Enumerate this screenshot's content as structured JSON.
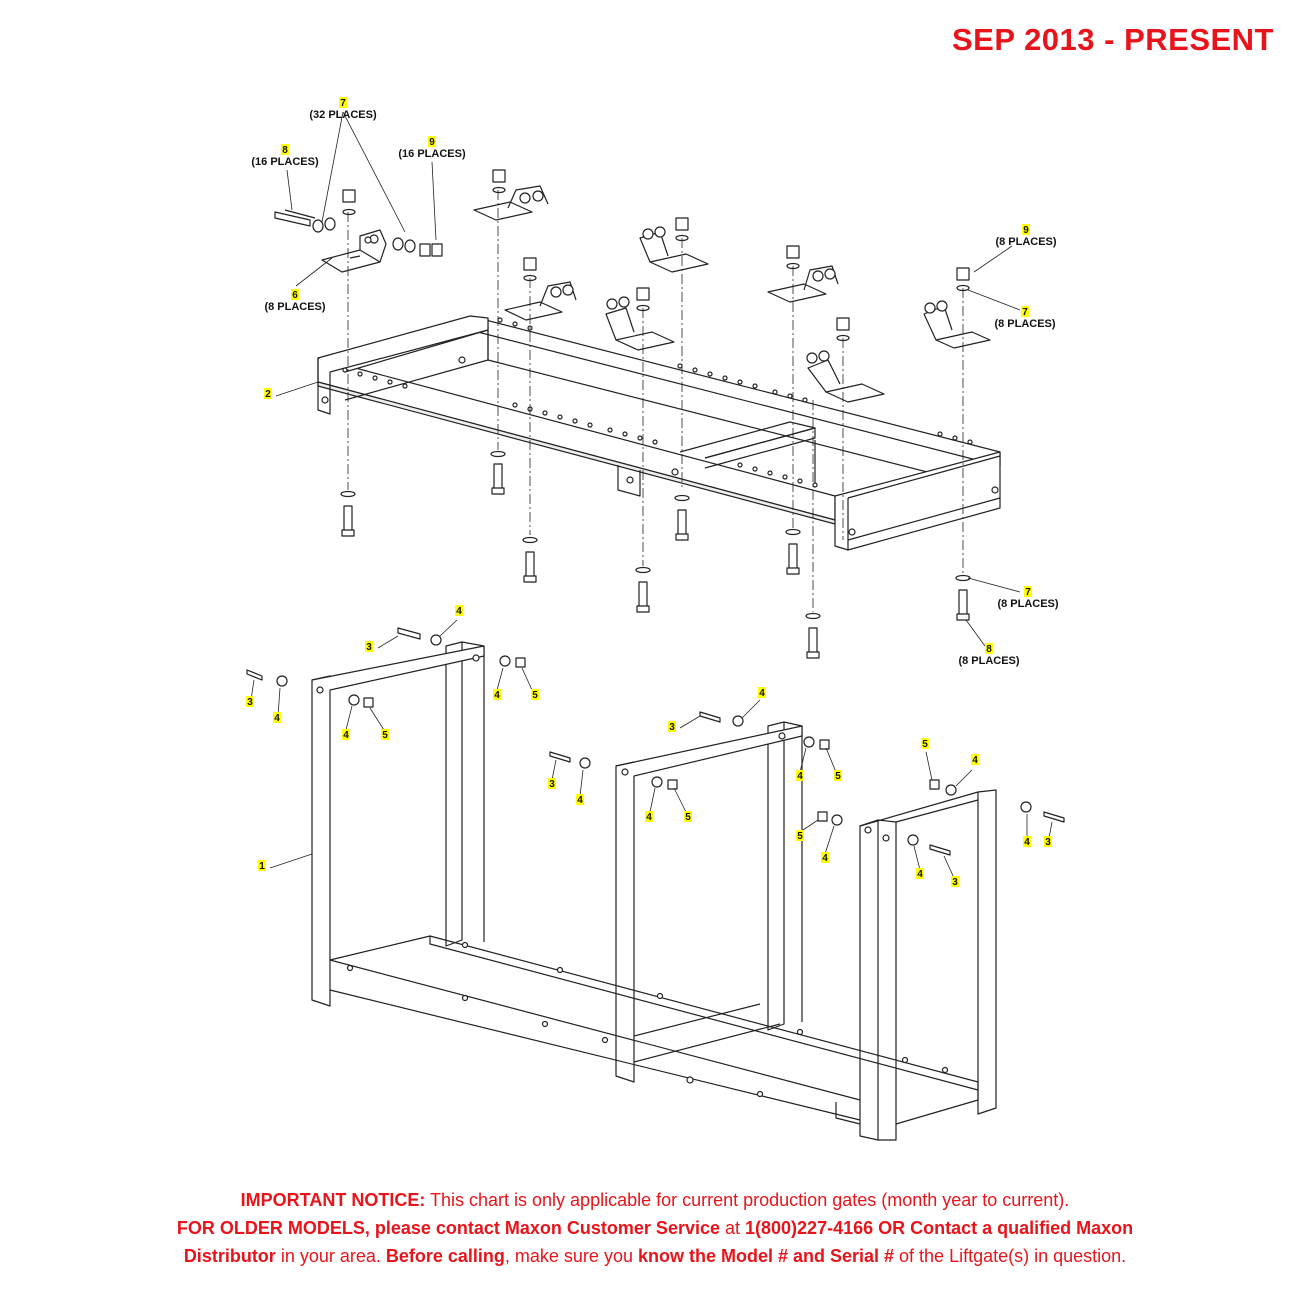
{
  "header": {
    "date_range": "SEP 2013 - PRESENT"
  },
  "callouts": [
    {
      "id": "c7a",
      "number": "7",
      "places": "(32 PLACES)"
    },
    {
      "id": "c8a",
      "number": "8",
      "places": "(16 PLACES)"
    },
    {
      "id": "c9a",
      "number": "9",
      "places": "(16 PLACES)"
    },
    {
      "id": "c6",
      "number": "6",
      "places": "(8 PLACES)"
    },
    {
      "id": "c9b",
      "number": "9",
      "places": "(8 PLACES)"
    },
    {
      "id": "c7b",
      "number": "7",
      "places": "(8 PLACES)"
    },
    {
      "id": "c2",
      "number": "2",
      "places": ""
    },
    {
      "id": "c7c",
      "number": "7",
      "places": "(8 PLACES)"
    },
    {
      "id": "c8b",
      "number": "8",
      "places": "(8 PLACES)"
    },
    {
      "id": "c1",
      "number": "1",
      "places": ""
    },
    {
      "id": "c3a",
      "number": "3",
      "places": ""
    },
    {
      "id": "c4a",
      "number": "4",
      "places": ""
    },
    {
      "id": "c3b",
      "number": "3",
      "places": ""
    },
    {
      "id": "c4b",
      "number": "4",
      "places": ""
    },
    {
      "id": "c4c",
      "number": "4",
      "places": ""
    },
    {
      "id": "c5a",
      "number": "5",
      "places": ""
    },
    {
      "id": "c4d",
      "number": "4",
      "places": ""
    },
    {
      "id": "c5b",
      "number": "5",
      "places": ""
    },
    {
      "id": "c3c",
      "number": "3",
      "places": ""
    },
    {
      "id": "c4e",
      "number": "4",
      "places": ""
    },
    {
      "id": "c3d",
      "number": "3",
      "places": ""
    },
    {
      "id": "c4f",
      "number": "4",
      "places": ""
    },
    {
      "id": "c4g",
      "number": "4",
      "places": ""
    },
    {
      "id": "c5c",
      "number": "5",
      "places": ""
    },
    {
      "id": "c4h",
      "number": "4",
      "places": ""
    },
    {
      "id": "c5d",
      "number": "5",
      "places": ""
    },
    {
      "id": "c5e",
      "number": "5",
      "places": ""
    },
    {
      "id": "c4i",
      "number": "4",
      "places": ""
    },
    {
      "id": "c5f",
      "number": "5",
      "places": ""
    },
    {
      "id": "c4j",
      "number": "4",
      "places": ""
    },
    {
      "id": "c4k",
      "number": "4",
      "places": ""
    },
    {
      "id": "c3e",
      "number": "3",
      "places": ""
    },
    {
      "id": "c4l",
      "number": "4",
      "places": ""
    },
    {
      "id": "c3f",
      "number": "3",
      "places": ""
    }
  ],
  "notice": {
    "line1_bold": "IMPORTANT NOTICE:",
    "line1_text": " This chart is only applicable for current production gates (month year to current).",
    "line2_bold1": "FOR OLDER MODELS, please contact Maxon Customer Service",
    "line2_text1": " at ",
    "line2_bold2": "1(800)227-4166 OR Contact a qualified Maxon",
    "line3_bold1": "Distributor",
    "line3_text1": " in your area. ",
    "line3_bold2": "Before calling",
    "line3_text2": ", make sure you ",
    "line3_bold3": "know the Model # and Serial #",
    "line3_text3": " of the Liftgate(s) in question."
  }
}
